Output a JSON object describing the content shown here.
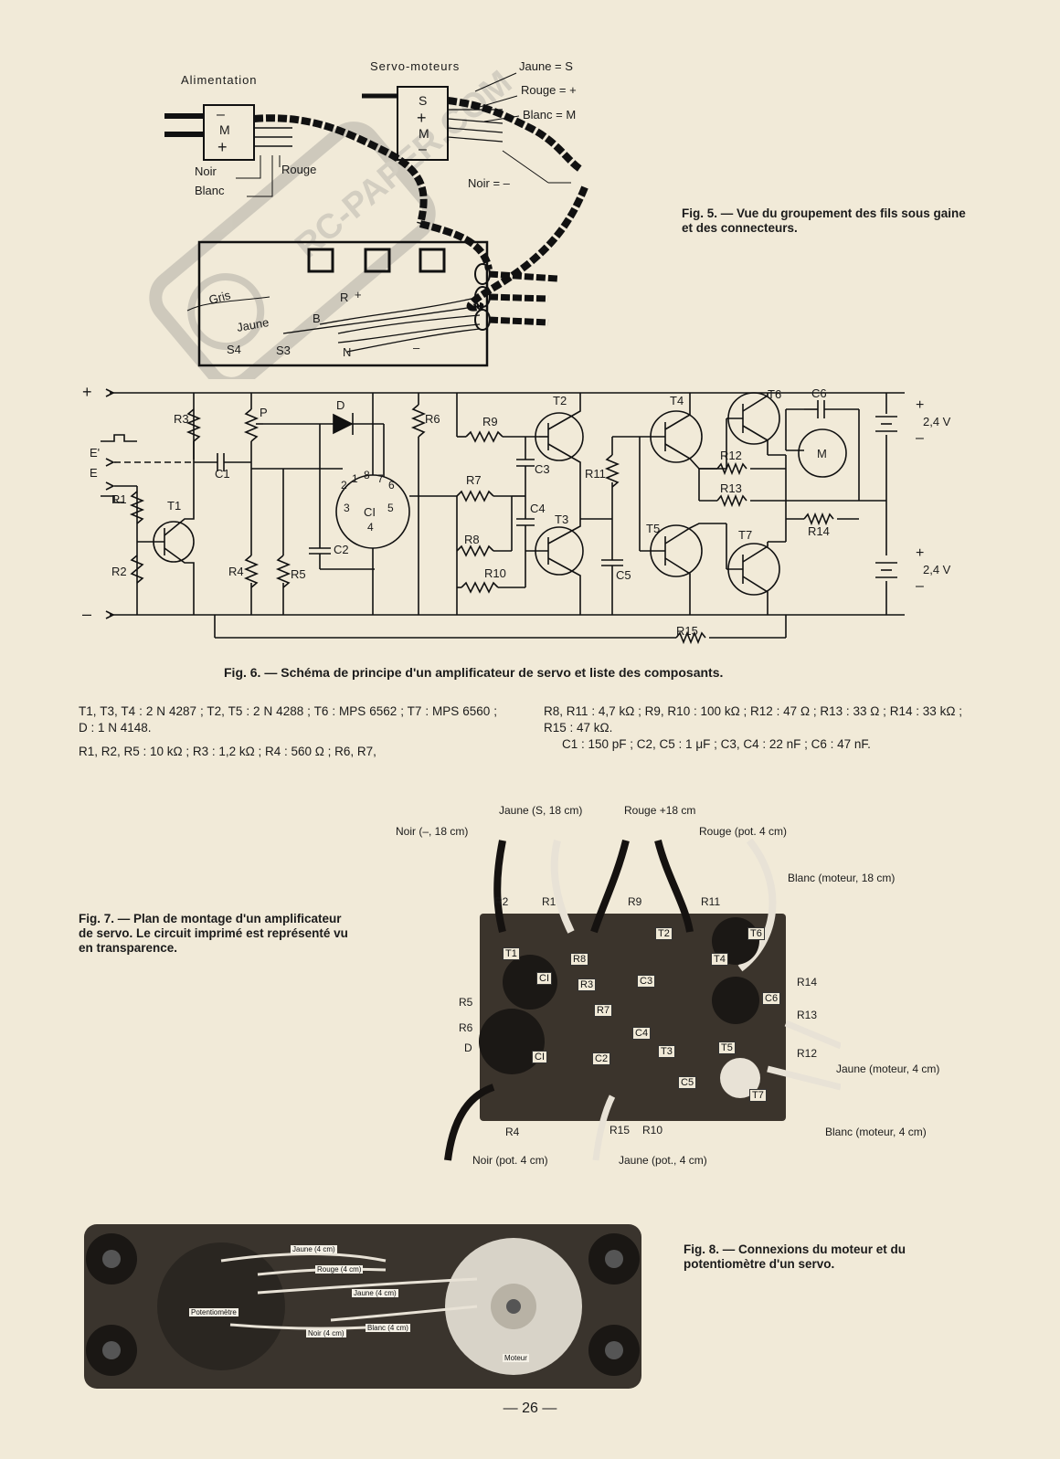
{
  "fig5": {
    "labels": {
      "alimentation": "Alimentation",
      "servo_moteurs": "Servo-moteurs",
      "jaune_s": "Jaune = S",
      "rouge_plus": "Rouge = +",
      "blanc_m": "Blanc = M",
      "noir_minus": "Noir = –",
      "noir": "Noir",
      "blanc": "Blanc",
      "rouge": "Rouge",
      "gris": "Gris",
      "jaune": "Jaune",
      "conn_m": "M",
      "conn_plus": "+",
      "conn_minus": "–",
      "conn_s": "S",
      "box_r": "R",
      "box_b": "B",
      "box_n": "N",
      "box_s4": "S4",
      "box_s3": "S3",
      "box_plus": "+",
      "box_minus": "–"
    },
    "caption": "Fig. 5. — Vue du groupement des fils sous gaine et des connecteurs."
  },
  "fig6": {
    "labels": {
      "plus": "+",
      "minus": "–",
      "r3": "R3",
      "p": "P",
      "d": "D",
      "r6": "R6",
      "r9": "R9",
      "t2": "T2",
      "t4": "T4",
      "t6": "T6",
      "c6": "C6",
      "e_prime": "E'",
      "e": "E",
      "c1": "C1",
      "r1": "R1",
      "t1": "T1",
      "r2": "R2",
      "r4": "R4",
      "r5": "R5",
      "c2": "C2",
      "ci": "CI",
      "r7": "R7",
      "r8": "R8",
      "r10": "R10",
      "c3": "C3",
      "c4": "C4",
      "t3": "T3",
      "r11": "R11",
      "c5": "C5",
      "r12": "R12",
      "r13": "R13",
      "r14": "R14",
      "t5": "T5",
      "t7": "T7",
      "r15": "R15",
      "m": "M",
      "v1": "2,4 V",
      "v2": "2,4 V",
      "pin1": "1",
      "pin2": "2",
      "pin3": "3",
      "pin4": "4",
      "pin5": "5",
      "pin6": "6",
      "pin7": "7",
      "pin8": "8"
    },
    "caption": "Fig. 6. — Schéma de principe d'un amplificateur de servo et liste des composants."
  },
  "components": {
    "left": [
      "T1, T3, T4 : 2 N 4287 ; T2, T5 : 2 N 4288 ; T6 : MPS 6562 ; T7 : MPS 6560 ; D : 1 N 4148.",
      "R1, R2, R5 : 10 kΩ ; R3 : 1,2 kΩ ; R4 : 560 Ω ; R6, R7,"
    ],
    "right": [
      "R8, R11 : 4,7 kΩ ; R9, R10 : 100 kΩ ; R12 : 47 Ω ; R13 : 33 Ω ; R14 : 33 kΩ ; R15 : 47 kΩ.",
      "C1 : 150 pF ; C2, C5 : 1 μF ; C3, C4 : 22 nF ; C6 : 47 nF."
    ]
  },
  "fig7": {
    "caption": "Fig. 7. — Plan de montage d'un amplificateur de servo. Le circuit imprimé est représenté vu en transparence.",
    "wires": {
      "jaune_s": "Jaune (S, 18 cm)",
      "rouge_plus": "Rouge +18 cm",
      "noir_minus": "Noir (–, 18 cm)",
      "rouge_pot": "Rouge (pot. 4 cm)",
      "blanc_moteur18": "Blanc (moteur, 18 cm)",
      "jaune_moteur4": "Jaune (moteur, 4 cm)",
      "blanc_moteur4": "Blanc (moteur, 4 cm)",
      "noir_pot": "Noir (pot. 4 cm)",
      "jaune_pot": "Jaune (pot., 4 cm)"
    },
    "parts": {
      "r2": "R2",
      "r1": "R1",
      "r9": "R9",
      "r11": "R11",
      "t1": "T1",
      "r8": "R8",
      "t2": "T2",
      "t6": "T6",
      "t4": "T4",
      "ci": "CI",
      "r3": "R3",
      "c3": "C3",
      "r14": "R14",
      "c6": "C6",
      "r5": "R5",
      "r7": "R7",
      "r13": "R13",
      "r6": "R6",
      "c4": "C4",
      "d": "D",
      "ci2": "CI",
      "c2": "C2",
      "t3": "T3",
      "t5": "T5",
      "r12": "R12",
      "c5": "C5",
      "t7": "T7",
      "r4": "R4",
      "r15": "R15",
      "r10": "R10"
    }
  },
  "fig8": {
    "caption": "Fig. 8. — Connexions du moteur et du potentiomètre d'un servo.",
    "labels": {
      "jaune1": "Jaune (4 cm)",
      "rouge": "Rouge (4 cm)",
      "jaune2": "Jaune (4 cm)",
      "noir": "Noir (4 cm)",
      "blanc": "Blanc (4 cm)",
      "pot": "Potentiomètre",
      "moteur": "Moteur"
    }
  },
  "watermark": "RC-PAPER.COM",
  "page_number": "— 26 —"
}
